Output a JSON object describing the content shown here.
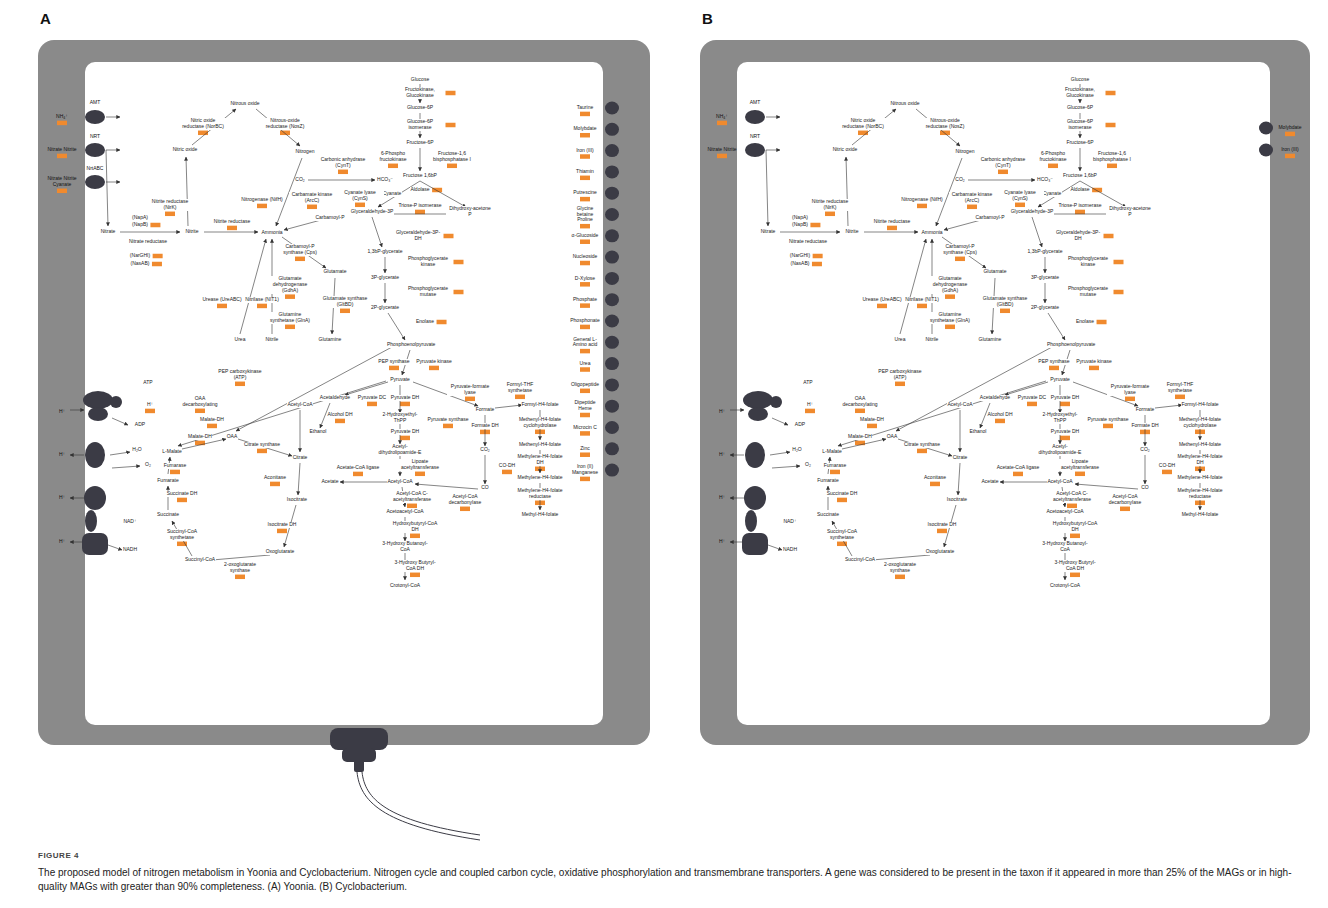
{
  "diagram": {
    "title": "FIGURE 4",
    "caption": "The proposed model of nitrogen metabolism in Yoonia and Cyclobacterium. Nitrogen cycle and coupled carbon cycle, oxidative phosphorylation and transmembrane transporters. A gene was considered to be present in the taxon if it appeared in more than 25% of the MAGs or in high-quality MAGs with greater than 90% completeness. (A) Yoonia. (B) Cyclobacterium.",
    "nodes": [
      {
        "text": [
          "A"
        ]
      },
      {
        "text": [
          "B"
        ]
      }
    ],
    "labels": [
      "Nitrous oxide",
      "Nitric oxide reductase (NorBC)",
      "Nitrous-oxide reductase (NosZ)",
      "Nitric oxide",
      "Nitrogen",
      "Nitrite reductase (NirK)",
      "Nitrate",
      "Nitrite",
      "(NapA)",
      "(NapB)",
      "Nitrate reductase",
      "(NarGHI)",
      "(NasAB)",
      "Nitrite reductase",
      "Ammonia",
      "Nitrogenase (NifH)",
      "Carbonic anhydrase (CynT)",
      "CO₂",
      "HCO₃⁻",
      "Cyanate",
      "Cyanate lyase (CynS)",
      "Carbamate kinase (ArcC)",
      "Carbamoyl-P",
      "Carbamoyl-P synthase (Cps)",
      "Glutamate dehydrogenase (GdhA)",
      "Glutamate",
      "Glutamate synthase (GltBD)",
      "Glutamine synthetase (GlnA)",
      "Glutamine",
      "Urease (UreABC)",
      "Nitrilase (NIT1)",
      "Urea",
      "Nitrile",
      "Glucose",
      "Fructokinase, Glucokinase",
      "Glucose-6P",
      "Glucose-6P isomerase",
      "Fructose-6P",
      "6-Phospho fructokinase",
      "Fructose-1,6 bisphosphatase I",
      "Fructose 1,6bP",
      "Aldolase",
      "Glyceraldehyde-3P",
      "Triose-P isomerase",
      "Dihydroxy-acetone P",
      "Glyceraldehyde-3P-DH",
      "1,3bP-glycerate",
      "Phosphoglycerate kinase",
      "3P-glycerate",
      "Phosphoglycerate mutase",
      "2P-glycerate",
      "Enolase",
      "Phosphoenolpyruvate",
      "PEP synthase",
      "Pyruvate kinase",
      "Pyruvate",
      "Pyruvate DC",
      "Acetaldehyde",
      "Alcohol DH",
      "Ethanol",
      "Pyruvate DH",
      "2-Hydroxyethyl-ThPP",
      "Pyruvate DH",
      "Acetyl-dihydrolipoamide-E",
      "Lipoate acetyltransferase",
      "Acetyl-CoA",
      "Acetate-CoA ligase",
      "Acetate",
      "Acetyl-CoA C-acetyltransferase",
      "Acetoacetyl-CoA",
      "Hydroxybutyryl-CoA DH",
      "3-Hydroxy Butanoyl-CoA",
      "3-Hydroxy Butyryl-CoA DH",
      "Crotonyl-CoA",
      "Pyruvate synthase",
      "Pyruvate-formate lyase",
      "Formate",
      "Formate DH",
      "CO₂",
      "CO-DH",
      "CO",
      "Acetyl-CoA decarbonylase",
      "Formyl-THF synthetase",
      "Formyl-H4-folate",
      "Methenyl-H4-folate cyclohydrolase",
      "Methenyl-H4-folate",
      "Methylene-H4-folate DH",
      "Methylene-H4-folate",
      "Methylene-H4-folate reductase",
      "Methyl-H4-folate",
      "PEP carboxykinase (ATP)",
      "OAA decarboxylating",
      "Malate-DH",
      "Acetyl-CoA",
      "OAA",
      "Malate-DH",
      "Citrate synthase",
      "L-Malate",
      "Fumarase",
      "Fumarate",
      "Succinate DH",
      "Succinate",
      "Succinyl-CoA synthetase",
      "Succinyl-CoA",
      "2-oxoglutarate synthase",
      "Oxoglutarate",
      "Isocitrate DH",
      "Isocitrate",
      "Aconitase",
      "Citrate",
      "ATP",
      "H⁺",
      "H⁺",
      "ADP",
      "H⁺",
      "H₂O",
      "O₂",
      "H⁺",
      "H⁺",
      "NAD⁺",
      "NADH",
      "NH₄⁺",
      "AMT",
      "Nitrate Nitrite",
      "NRT",
      "Nitrate Nitrite Cyanate",
      "NrtABC",
      "Taurine",
      "Molybdate",
      "Iron (III)",
      "Thiamin",
      "Putrescine",
      "Glycine betaine Proline",
      "α-Glucoside",
      "Nucleoside",
      "D-Xylose",
      "Phosphate",
      "Phosphonate",
      "General L-Amino acid",
      "Urea",
      "Oligopeptide",
      "Dipeptide Heme",
      "Microcin C",
      "Zinc",
      "Iron (II) Manganese",
      "Nitrous oxide",
      "Nitric oxide reductase (NorBC)",
      "Nitrous-oxide reductase (NosZ)",
      "Nitric oxide",
      "Nitrogen",
      "Nitrite reductase (NirK)",
      "Nitrate",
      "Nitrite",
      "(NapA)",
      "(NapB)",
      "Nitrate reductase",
      "(NarGHI)",
      "(NasAB)",
      "Nitrite reductase",
      "Ammonia",
      "Nitrogenase (NifH)",
      "Carbonic anhydrase (CynT)",
      "CO₂",
      "HCO₃⁻",
      "Cyanate",
      "Cyanate lyase (CynS)",
      "Carbamate kinase (ArcC)",
      "Carbamoyl-P",
      "Carbamoyl-P synthase (Cps)",
      "Glutamate dehydrogenase (GdhA)",
      "Glutamate",
      "Glutamate synthase (GltBD)",
      "Glutamine synthetase (GlnA)",
      "Glutamine",
      "Urease (UreABC)",
      "Nitrilase (NIT1)",
      "Urea",
      "Nitrile",
      "Glucose",
      "Fructokinase, Glucokinase",
      "Glucose-6P",
      "Glucose-6P isomerase",
      "Fructose-6P",
      "6-Phospho fructokinase",
      "Fructose-1,6 bisphosphatase I",
      "Fructose 1,6bP",
      "Aldolase",
      "Glyceraldehyde-3P",
      "Triose-P isomerase",
      "Dihydroxy-acetone P",
      "Glyceraldehyde-3P-DH",
      "1,3bP-glycerate",
      "Phosphoglycerate kinase",
      "3P-glycerate",
      "Phosphoglycerate mutase",
      "2P-glycerate",
      "Enolase",
      "Phosphoenolpyruvate",
      "PEP synthase",
      "Pyruvate kinase",
      "Pyruvate",
      "Pyruvate DC",
      "Acetaldehyde",
      "Alcohol DH",
      "Ethanol",
      "Pyruvate DH",
      "2-Hydroxyethyl-ThPP",
      "Pyruvate DH",
      "Acetyl-dihydrolipoamide-E",
      "Lipoate acetyltransferase",
      "Acetyl-CoA",
      "Acetate-CoA ligase",
      "Acetate",
      "Acetyl-CoA C-acetyltransferase",
      "Acetoacetyl-CoA",
      "Hydroxybutyryl-CoA DH",
      "3-Hydroxy Butanoyl-CoA",
      "3-Hydroxy Butyryl-CoA DH",
      "Crotonyl-CoA",
      "Pyruvate synthase",
      "Pyruvate-formate lyase",
      "Formate",
      "Formate DH",
      "CO₂",
      "CO-DH",
      "CO",
      "Acetyl-CoA decarbonylase",
      "Formyl-THF synthetase",
      "Formyl-H4-folate",
      "Methenyl-H4-folate cyclohydrolase",
      "Methenyl-H4-folate",
      "Methylene-H4-folate DH",
      "Methylene-H4-folate",
      "Methylene-H4-folate reductase",
      "Methyl-H4-folate",
      "PEP carboxykinase (ATP)",
      "OAA decarboxylating",
      "Malate-DH",
      "Acetyl-CoA",
      "OAA",
      "Malate-DH",
      "Citrate synthase",
      "L-Malate",
      "Fumarase",
      "Fumarate",
      "Succinate DH",
      "Succinate",
      "Succinyl-CoA synthetase",
      "Succinyl-CoA",
      "2-oxoglutarate synthase",
      "Oxoglutarate",
      "Isocitrate DH",
      "Isocitrate",
      "Aconitase",
      "Citrate",
      "ATP",
      "H⁺",
      "H⁺",
      "ADP",
      "H⁺",
      "H₂O",
      "O₂",
      "H⁺",
      "H⁺",
      "NAD⁺",
      "NADH",
      "NH₄⁺",
      "AMT",
      "Nitrate Nitrite",
      "NRT",
      "Molybdate",
      "Iron (III)"
    ]
  }
}
